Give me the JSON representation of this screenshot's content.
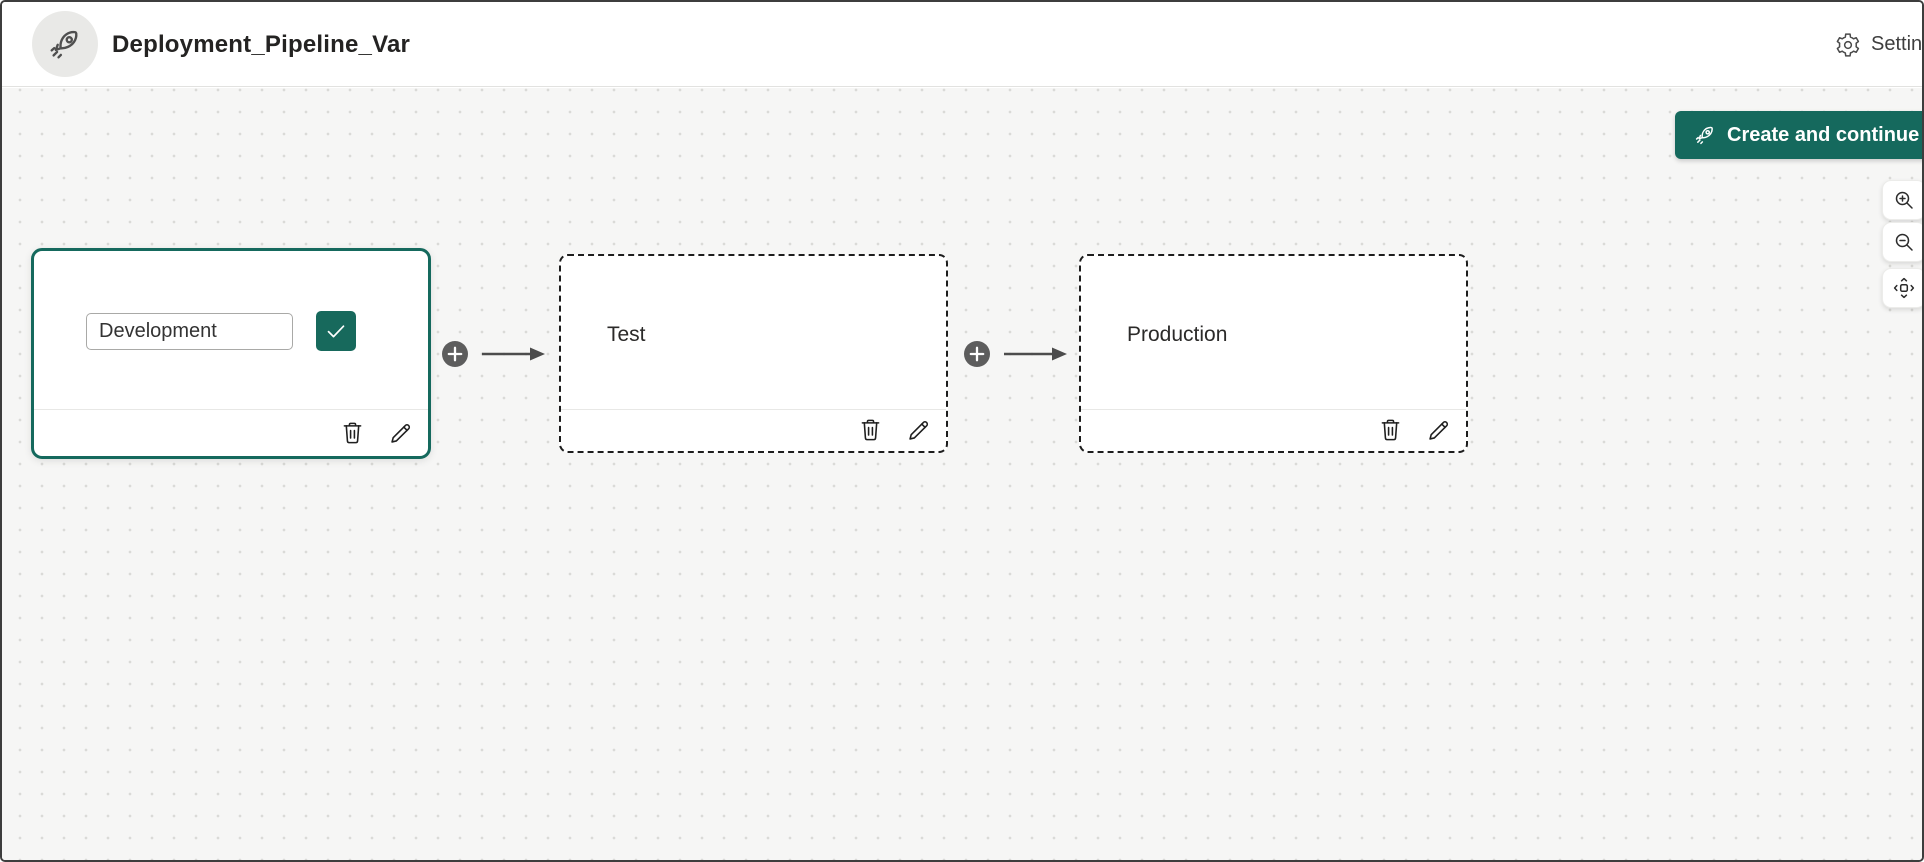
{
  "header": {
    "title": "Deployment_Pipeline_Var",
    "settings_label": "Settings"
  },
  "actions": {
    "create_button_label": "Create and continue"
  },
  "pipeline": {
    "stages": [
      {
        "name_input_value": "Development",
        "state": "selected-editing"
      },
      {
        "label": "Test",
        "state": "planned"
      },
      {
        "label": "Production",
        "state": "planned"
      }
    ]
  },
  "canvas_controls": [
    "zoom-in",
    "zoom-out",
    "fit-to-view"
  ],
  "colors": {
    "accent_teal": "#15695d",
    "canvas_background": "#f6f6f5",
    "connector_gray": "#5d5d5d",
    "dashed_border": "#1d1d1d"
  }
}
